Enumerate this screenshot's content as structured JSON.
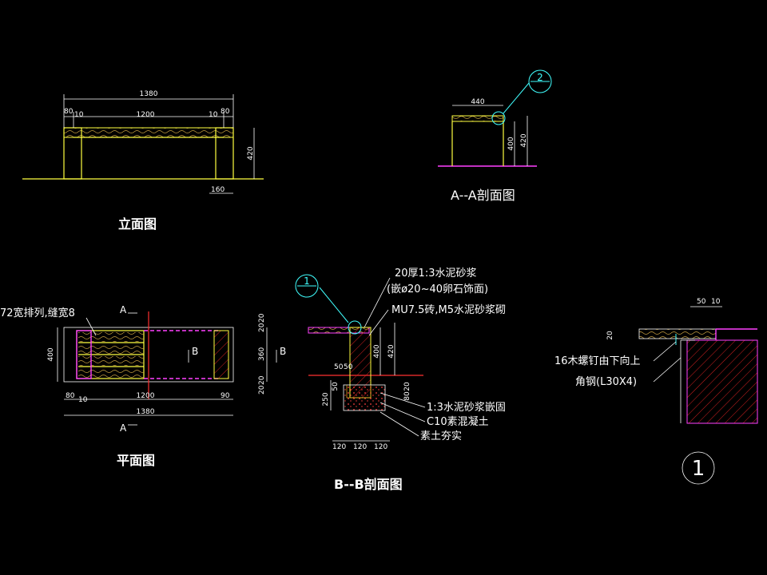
{
  "views": {
    "elevation": {
      "title": "立面图",
      "dims": {
        "overall": "1380",
        "left_leg": "80",
        "left_gap": "10",
        "middle": "1200",
        "right_gap": "10",
        "right_leg": "80",
        "height": "420",
        "leg": "160"
      }
    },
    "section_aa": {
      "title": "A--A剖面图",
      "callout": "2",
      "dims": {
        "width": "440",
        "h400": "400",
        "h420": "420"
      }
    },
    "plan": {
      "title": "平面图",
      "note": "72宽排列,缝宽8",
      "cut_a": "A",
      "cut_b": "B",
      "dims": {
        "depth": "400",
        "left_a": "80",
        "left_b": "10",
        "middle": "1200",
        "right": "90",
        "overall": "1380",
        "r1": "20",
        "r2": "20",
        "r3": "360",
        "r4": "20",
        "r5": "20"
      }
    },
    "section_bb": {
      "title": "B--B剖面图",
      "callout": "1",
      "notes": [
        "20厚1:3水泥砂浆",
        "(嵌ø20~40卵石饰面)",
        "MU7.5砖,M5水泥砂浆砌",
        "1:3水泥砂浆嵌固",
        "C10素混凝土",
        "素土夯实"
      ],
      "dims": {
        "d50a": "50",
        "d50b": "50",
        "d400": "400",
        "d420": "420",
        "d250": "250",
        "d50c": "50",
        "d20": "20",
        "d80": "80",
        "b1": "120",
        "b2": "120",
        "b3": "120"
      }
    },
    "detail_1": {
      "label": "1",
      "notes": [
        "16木螺钉由下向上",
        "角钢(L30X4)"
      ],
      "dims": {
        "d50": "50",
        "d10": "10",
        "d20": "20"
      }
    }
  }
}
